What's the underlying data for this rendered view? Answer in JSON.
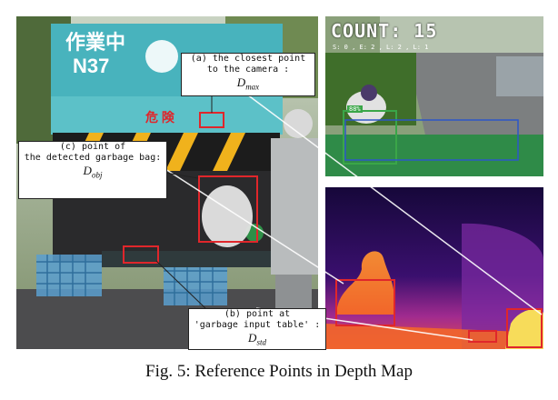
{
  "figure": {
    "caption": "Fig. 5: Reference Points in Depth Map"
  },
  "photo_sign_text": "作業中",
  "photo_sign_plate": "N37",
  "photo_warning_text": "危 険",
  "camera": {
    "count_text": "COUNT: 15",
    "stats_text": "S: 0 ,  E: 2 ,  L: 2 ,  L: 1",
    "confidence_text": "88%"
  },
  "callouts": {
    "a": {
      "text": "(a) the closest point\nto the camera :",
      "symbol": "D",
      "subscript": "max"
    },
    "c": {
      "text": "(c) point of\nthe detected garbage bag:",
      "symbol": "D",
      "subscript": "obj"
    },
    "b": {
      "text": "(b) point at\n'garbage input table' :",
      "symbol": "D",
      "subscript": "std"
    }
  },
  "colors": {
    "box_red": "#e0262b",
    "detect_green": "#3aa648",
    "truck_teal": "#48b3bd",
    "depth_dark": "#16083a",
    "depth_purple": "#7a2aa0",
    "depth_orange": "#f2662a",
    "depth_yellow": "#f7dc5a"
  }
}
